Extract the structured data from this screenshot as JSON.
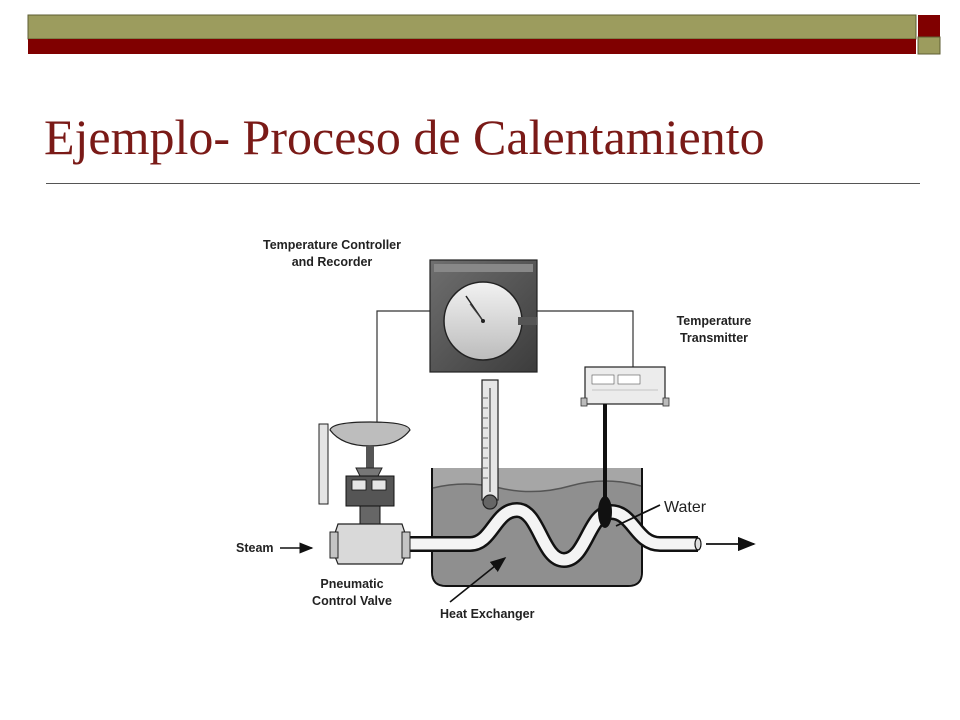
{
  "slide": {
    "title": "Ejemplo- Proceso de Calentamiento",
    "colors": {
      "title": "#7a1a17",
      "bar_olive": "#9c9c5e",
      "bar_red": "#800000"
    }
  },
  "diagram": {
    "labels": {
      "controller_line1": "Temperature Controller",
      "controller_line2": "and Recorder",
      "transmitter_line1": "Temperature",
      "transmitter_line2": "Transmitter",
      "water": "Water",
      "steam": "Steam",
      "valve_line1": "Pneumatic",
      "valve_line2": "Control Valve",
      "heat_exchanger": "Heat Exchanger"
    }
  }
}
